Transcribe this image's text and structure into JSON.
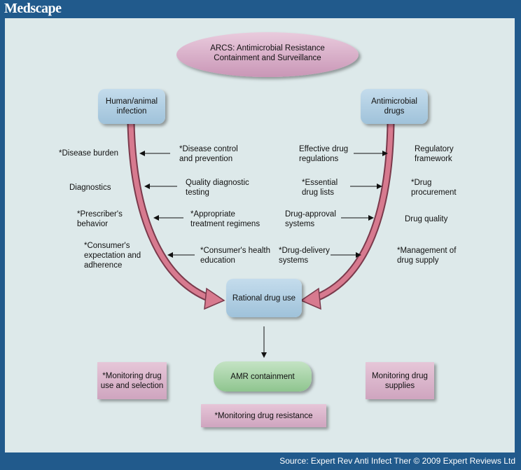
{
  "header": {
    "logo": "Medscape"
  },
  "footer": {
    "source": "Source: Expert Rev Anti Infect Ther © 2009 Expert Reviews Ltd"
  },
  "title_ellipse": {
    "line1": "ARCS: Antimicrobial Resistance",
    "line2": "Containment and Surveillance"
  },
  "nodes": {
    "human": "Human/animal\ninfection",
    "drugs": "Antimicrobial\ndrugs",
    "rational": "Rational drug use",
    "amr": "AMR containment",
    "monitor_use": "*Monitoring drug\nuse and selection",
    "monitor_supply": "Monitoring drug\nsupplies",
    "monitor_resist": "*Monitoring drug resistance"
  },
  "left_outcomes": [
    "*Disease burden",
    "Diagnostics",
    "*Prescriber's\nbehavior",
    "*Consumer's\nexpectation and\nadherence"
  ],
  "left_interventions": [
    "*Disease control\nand prevention",
    "Quality diagnostic\ntesting",
    "*Appropriate\ntreatment regimens",
    "*Consumer's health\neducation"
  ],
  "right_interventions": [
    "Effective drug\nregulations",
    "*Essential\ndrug lists",
    "Drug-approval\nsystems",
    "*Drug-delivery\nsystems"
  ],
  "right_outcomes": [
    "Regulatory\nframework",
    "*Drug\nprocurement",
    "Drug quality",
    "*Management of\ndrug supply"
  ],
  "colors": {
    "frame": "#215a8c",
    "panel": "#dde9ea",
    "arrow": "#cf6f85",
    "ellipse": "#d6a9c6"
  }
}
